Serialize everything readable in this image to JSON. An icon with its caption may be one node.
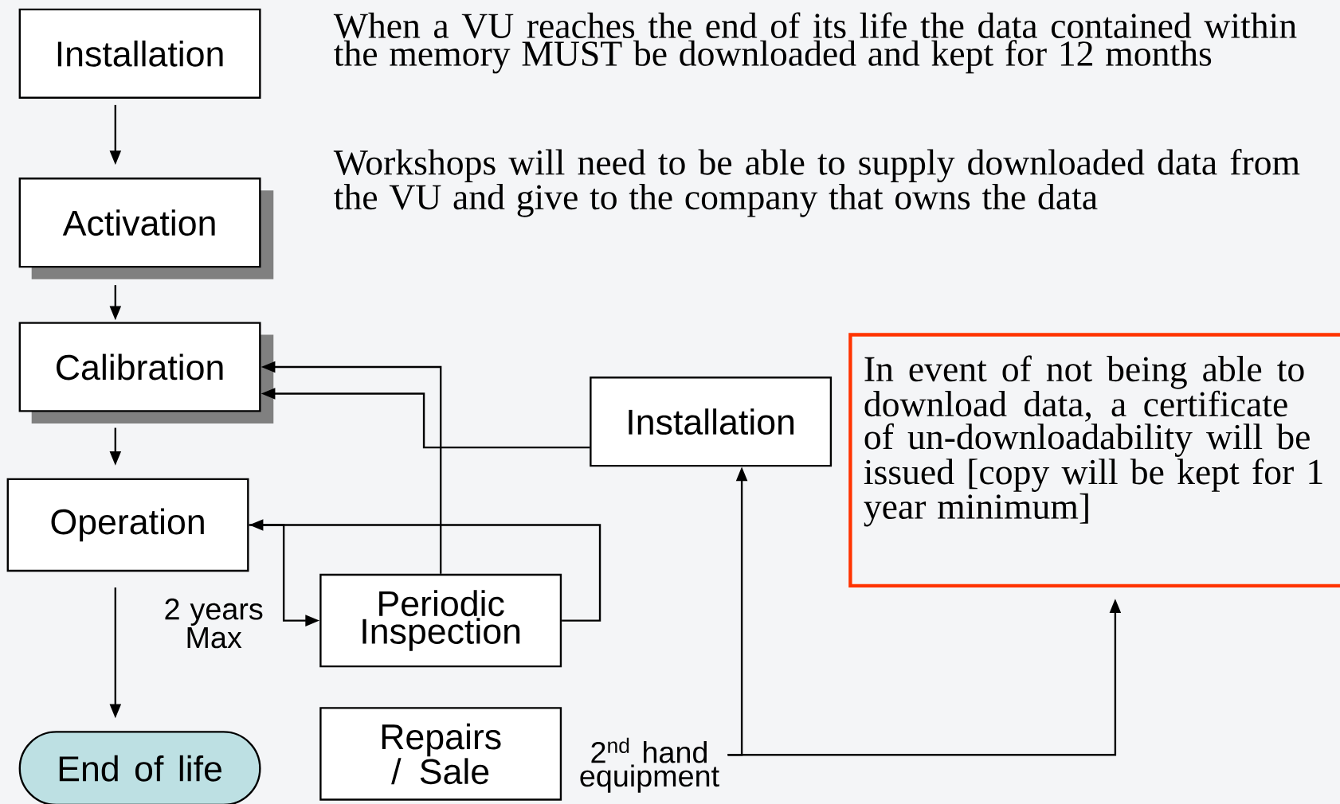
{
  "diagram": {
    "nodes": [
      {
        "text": [
          "Installation"
        ]
      },
      {
        "text": [
          "Activation"
        ]
      },
      {
        "text": [
          "Calibration"
        ]
      },
      {
        "text": [
          "Operation"
        ]
      },
      {
        "text": [
          "Periodic Inspection"
        ]
      },
      {
        "text": [
          "Repairs / Sale"
        ]
      },
      {
        "text": [
          "End of life"
        ]
      },
      {
        "text": [
          "Installation"
        ]
      },
      {
        "text": [
          "In event of not being able to download data, a certificate of un-downloadability will be issued [copy will be kept for 1 year minimum]"
        ]
      },
      {
        "text": [
          "2$^{nd}$ hand equipment"
        ]
      }
    ],
    "edges": [
      {
        "from": 0,
        "to": 1,
        "arrow": "to"
      },
      {
        "from": 1,
        "to": 2,
        "arrow": "to"
      },
      {
        "from": 2,
        "to": 3,
        "arrow": "to"
      },
      {
        "from": 3,
        "to": 6,
        "arrow": "to"
      },
      {
        "from": 3,
        "to": 4,
        "arrow": "to",
        "label": "2 years Max"
      },
      {
        "from": 4,
        "to": 3,
        "arrow": "to"
      },
      {
        "from": 4,
        "to": 2,
        "arrow": "to"
      },
      {
        "from": 7,
        "to": 2,
        "arrow": "to"
      },
      {
        "from": 9,
        "to": 7,
        "arrow": "to"
      },
      {
        "from": 9,
        "to": 8,
        "arrow": "to"
      }
    ],
    "labels": [
      "When a VU reaches the end of its life the data contained within the memory MUST be downloaded and kept for 12 months",
      "Workshops will need to be able to supply downloaded data from the VU and give to the company that owns the data"
    ]
  }
}
